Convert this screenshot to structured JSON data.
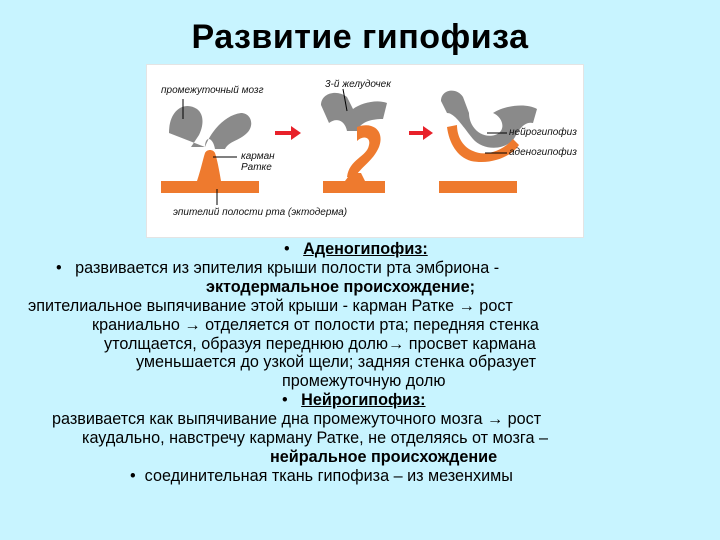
{
  "title": "Развитие гипофиза",
  "figure": {
    "labels": {
      "intermediate_brain": "промежуточный мозг",
      "third_ventricle": "3-й желудочек",
      "rathke_pouch": "карман\nРатке",
      "neurohypophysis": "нейрогипофиз",
      "adenohypophysis": "аденогипофиз",
      "oral_epithelium": "эпителий полости рта (эктодерма)"
    },
    "colors": {
      "ectoderm": "#ee7a2e",
      "brain": "#8a8a8a",
      "arrow": "#e8212a"
    }
  },
  "text": {
    "l1": "Аденогипофиз:",
    "l2": "развивается из эпителия  крыши полости рта эмбриона -",
    "l3": "эктодермальное происхождение;",
    "l4": "эпителиальное выпячивание этой крыши - карман Ратке → рост",
    "l5": "краниально → отделяется от полости рта; передняя стенка",
    "l6": "утолщается, образуя переднюю долю→ просвет кармана",
    "l7": "уменьшается до узкой щели; задняя стенка образует",
    "l8": "промежуточную долю",
    "l9": "Нейрогипофиз:",
    "l10": "развивается как выпячивание дна промежуточного мозга → рост",
    "l11": "каудально, навстречу карману Ратке, не отделяясь от мозга –",
    "l12": "нейральное происхождение",
    "l13": "соединительная ткань гипофиза – из мезенхимы"
  }
}
